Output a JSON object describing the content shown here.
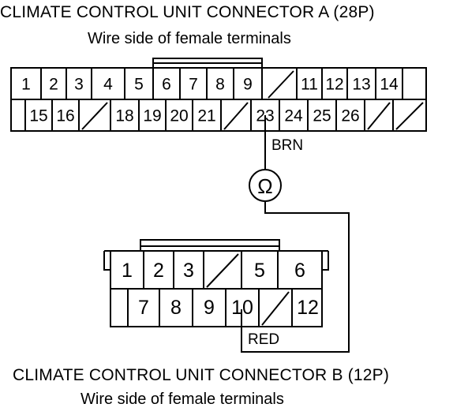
{
  "connector_a": {
    "title": "CLIMATE CONTROL UNIT CONNECTOR A (28P)",
    "subtitle": "Wire side of female terminals",
    "row1": [
      "1",
      "2",
      "3",
      "4",
      "5",
      "6",
      "7",
      "8",
      "9",
      "",
      "11",
      "12",
      "13",
      "14"
    ],
    "row2": [
      "",
      "15",
      "16",
      "",
      "18",
      "19",
      "20",
      "21",
      "",
      "23",
      "24",
      "25",
      "26",
      "",
      ""
    ]
  },
  "connector_b": {
    "title": "CLIMATE CONTROL UNIT CONNECTOR B (12P)",
    "subtitle": "Wire side of female terminals",
    "row1": [
      "1",
      "2",
      "3",
      "",
      "5",
      "6"
    ],
    "row2": [
      "",
      "7",
      "8",
      "9",
      "10",
      "",
      "12"
    ]
  },
  "wires": {
    "brn_label": "BRN",
    "red_label": "RED"
  },
  "meter": {
    "symbol": "Ω",
    "icon": "ohmmeter-icon"
  }
}
